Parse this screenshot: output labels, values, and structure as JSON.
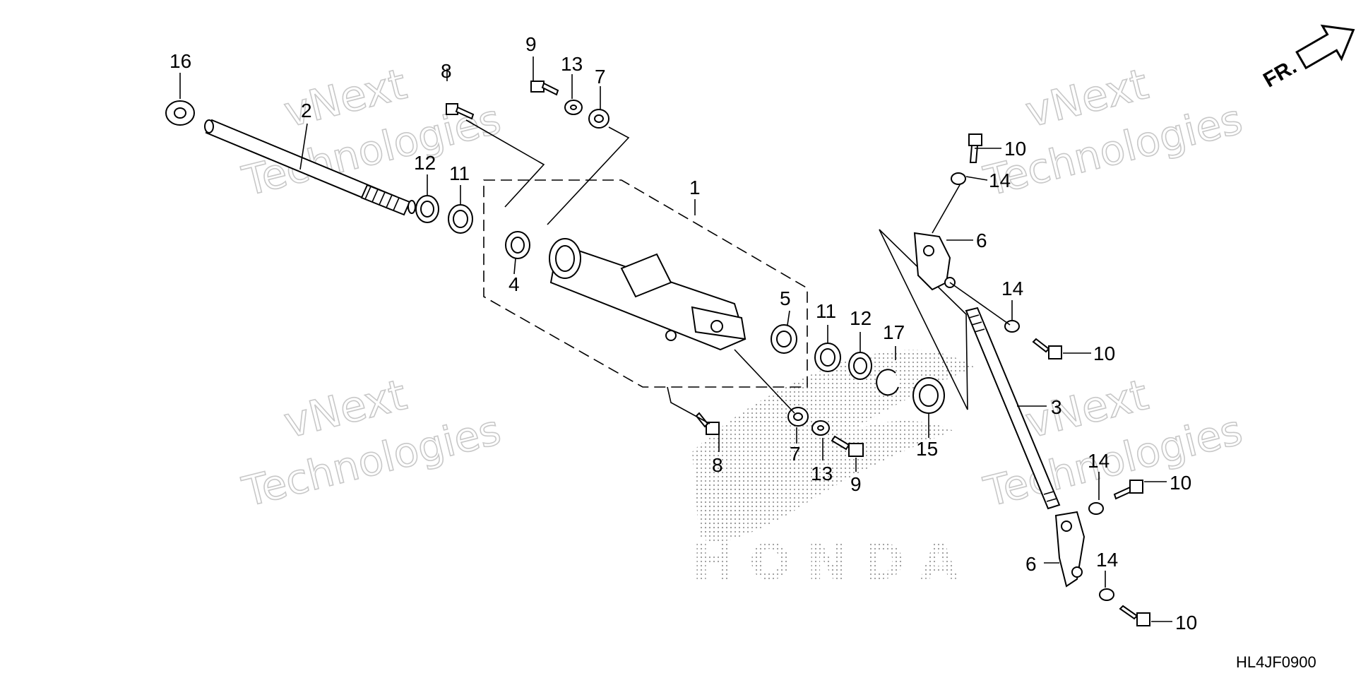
{
  "diagram": {
    "code": "HL4JF0900",
    "direction_label": "FR.",
    "brand_watermark": "HONDA",
    "watermark": {
      "line1": "vNext",
      "line2": "Technologies"
    },
    "callouts": {
      "c1": "1",
      "c2": "2",
      "c3": "3",
      "c4": "4",
      "c5": "5",
      "c6a": "6",
      "c6b": "6",
      "c7a": "7",
      "c7b": "7",
      "c8a": "8",
      "c8b": "8",
      "c9a": "9",
      "c9b": "9",
      "c10a": "10",
      "c10b": "10",
      "c10c": "10",
      "c10d": "10",
      "c11a": "11",
      "c11b": "11",
      "c12a": "12",
      "c12b": "12",
      "c13a": "13",
      "c13b": "13",
      "c14a": "14",
      "c14b": "14",
      "c14c": "14",
      "c14d": "14",
      "c15": "15",
      "c16": "16",
      "c17": "17"
    }
  }
}
